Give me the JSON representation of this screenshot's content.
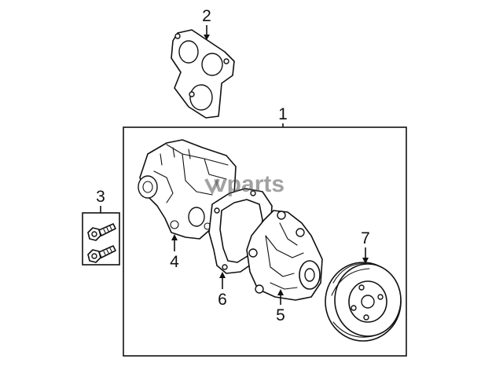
{
  "callouts": {
    "c1": "1",
    "c2": "2",
    "c3": "3",
    "c4": "4",
    "c5": "5",
    "c6": "6",
    "c7": "7"
  },
  "watermark": "vparts",
  "parts": [
    {
      "callout": "1",
      "name": "water-pump-assembly"
    },
    {
      "callout": "2",
      "name": "gasket"
    },
    {
      "callout": "3",
      "name": "bolts"
    },
    {
      "callout": "4",
      "name": "water-pump-housing"
    },
    {
      "callout": "5",
      "name": "water-pump"
    },
    {
      "callout": "6",
      "name": "pump-gasket"
    },
    {
      "callout": "7",
      "name": "pulley"
    }
  ],
  "colors": {
    "line": "#111111",
    "background": "#ffffff",
    "watermark": "#555555"
  }
}
